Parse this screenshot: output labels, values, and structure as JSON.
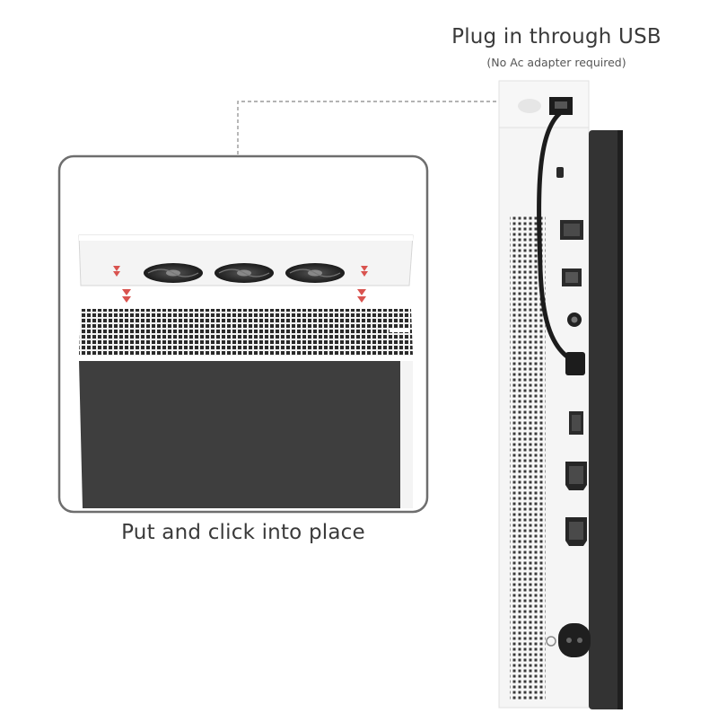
{
  "usb_callout": {
    "title": "Plug in through USB",
    "subtitle": "(No Ac adapter required)"
  },
  "install_callout": {
    "caption": "Put and click into place"
  },
  "colors": {
    "console_body": "#f4f4f4",
    "console_dark": "#3c3c3c",
    "panel_border": "#6a6a6a",
    "arrow_red": "#d9534f",
    "cable": "#1c1c1c"
  },
  "icons": [
    "fan-icon",
    "down-arrow-icon",
    "usb-plug-icon",
    "ethernet-port-icon",
    "hdmi-port-icon",
    "power-port-icon"
  ]
}
